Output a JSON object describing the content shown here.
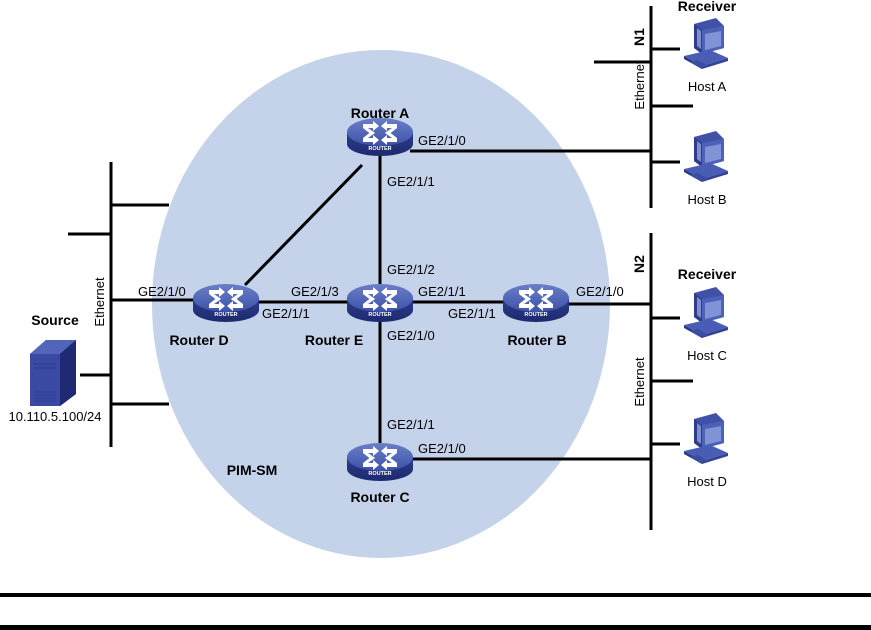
{
  "domain_region": {
    "label": "PIM-SM",
    "fill_color": "#c4d2ea"
  },
  "icon_color": "#3a4da0",
  "routers": [
    {
      "id": "A",
      "name": "Router A",
      "badge": "ROUTER",
      "icon": "router-icon"
    },
    {
      "id": "B",
      "name": "Router B",
      "badge": "ROUTER",
      "icon": "router-icon"
    },
    {
      "id": "C",
      "name": "Router C",
      "badge": "ROUTER",
      "icon": "router-icon"
    },
    {
      "id": "D",
      "name": "Router D",
      "badge": "ROUTER",
      "icon": "router-icon"
    },
    {
      "id": "E",
      "name": "Router E",
      "badge": "ROUTER",
      "icon": "router-icon"
    }
  ],
  "interfaces": {
    "a_to_n1": "GE2/1/0",
    "a_to_e": "GE2/1/1",
    "e_to_a": "GE2/1/2",
    "e_to_d": "GE2/1/3",
    "e_to_b": "GE2/1/1",
    "e_to_c": "GE2/1/0",
    "d_to_source_lan": "GE2/1/0",
    "d_to_e": "GE2/1/1",
    "b_to_e": "GE2/1/1",
    "b_to_n2": "GE2/1/0",
    "c_to_e": "GE2/1/1",
    "c_to_n2": "GE2/1/0"
  },
  "networks": {
    "source_lan": {
      "label": "Ethernet"
    },
    "n1": {
      "name": "N1",
      "label": "Ethernet"
    },
    "n2": {
      "name": "N2",
      "label": "Ethernet"
    }
  },
  "source": {
    "title": "Source",
    "address": "10.110.5.100/24",
    "icon": "server-icon"
  },
  "hosts": [
    {
      "name": "Host A",
      "role": "Receiver",
      "icon": "host-pc-icon"
    },
    {
      "name": "Host B",
      "role": "",
      "icon": "host-pc-icon"
    },
    {
      "name": "Host C",
      "role": "Receiver",
      "icon": "host-pc-icon"
    },
    {
      "name": "Host D",
      "role": "",
      "icon": "host-pc-icon"
    }
  ]
}
